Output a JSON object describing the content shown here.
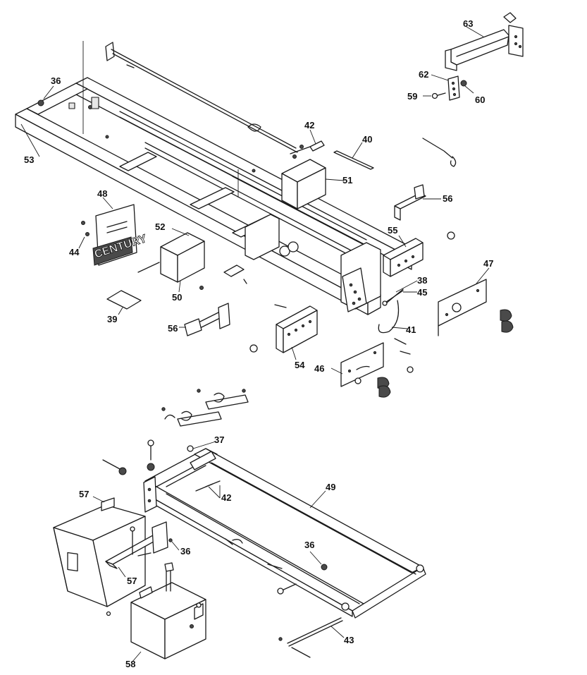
{
  "diagram": {
    "background": "#ffffff",
    "line_color": "#1a1a1a",
    "logo_text": "CENTURY",
    "callouts": [
      {
        "id": "c63",
        "label": "63"
      },
      {
        "id": "c62",
        "label": "62"
      },
      {
        "id": "c59",
        "label": "59"
      },
      {
        "id": "c60",
        "label": "60"
      },
      {
        "id": "c36a",
        "label": "36"
      },
      {
        "id": "c42a",
        "label": "42"
      },
      {
        "id": "c40",
        "label": "40"
      },
      {
        "id": "c53",
        "label": "53"
      },
      {
        "id": "c51",
        "label": "51"
      },
      {
        "id": "c56a",
        "label": "56"
      },
      {
        "id": "c48",
        "label": "48"
      },
      {
        "id": "c52",
        "label": "52"
      },
      {
        "id": "c55",
        "label": "55"
      },
      {
        "id": "c44",
        "label": "44"
      },
      {
        "id": "c47",
        "label": "47"
      },
      {
        "id": "c38",
        "label": "38"
      },
      {
        "id": "c45",
        "label": "45"
      },
      {
        "id": "c50",
        "label": "50"
      },
      {
        "id": "c39",
        "label": "39"
      },
      {
        "id": "c41",
        "label": "41"
      },
      {
        "id": "c56b",
        "label": "56"
      },
      {
        "id": "c54",
        "label": "54"
      },
      {
        "id": "c46",
        "label": "46"
      },
      {
        "id": "c37",
        "label": "37"
      },
      {
        "id": "c49",
        "label": "49"
      },
      {
        "id": "c42b",
        "label": "42"
      },
      {
        "id": "c57a",
        "label": "57"
      },
      {
        "id": "c36b",
        "label": "36"
      },
      {
        "id": "c36c",
        "label": "36"
      },
      {
        "id": "c57b",
        "label": "57"
      },
      {
        "id": "c43",
        "label": "43"
      },
      {
        "id": "c58",
        "label": "58"
      }
    ]
  }
}
